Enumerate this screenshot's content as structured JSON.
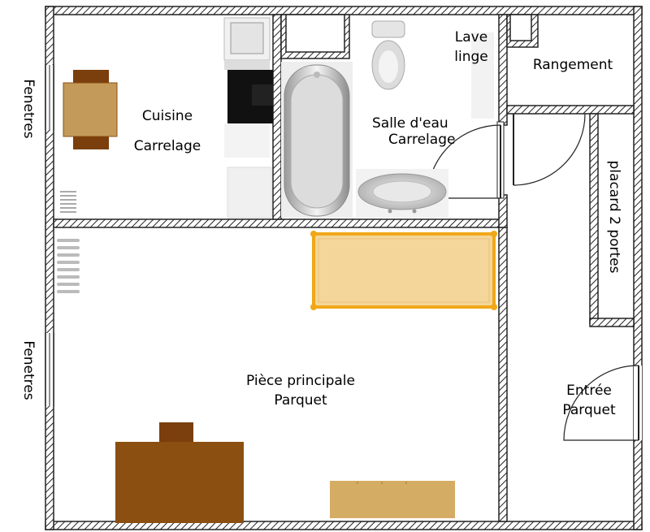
{
  "labels": {
    "window_top": "Fenetres",
    "window_bottom": "Fenetres",
    "kitchen_name": "Cuisine",
    "kitchen_floor": "Carrelage",
    "washer_line1": "Lave",
    "washer_line2": "linge",
    "bathroom_name": "Salle d'eau",
    "bathroom_floor": "Carrelage",
    "storage": "Rangement",
    "closet": "placard 2 portes",
    "main_room_name": "Pièce principale",
    "main_room_floor": "Parquet",
    "entry_name": "Entrée",
    "entry_floor": "Parquet"
  },
  "colors": {
    "wall": "#222222",
    "wood_dark": "#8b4f12",
    "wood_light": "#c49a5a",
    "bed_fill": "#f5d69a",
    "bed_frame": "#f0a818",
    "stove": "#111111",
    "sanitary": "#d8d8d8"
  }
}
